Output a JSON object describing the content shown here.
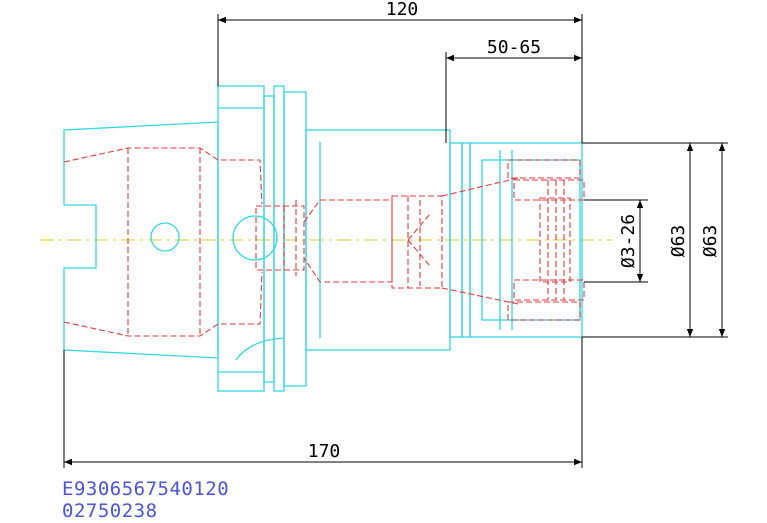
{
  "dimensions": {
    "length_120": "120",
    "length_50_65": "50-65",
    "length_170": "170",
    "dia_3_26": "Ø3-26",
    "dia_63_inner": "Ø63",
    "dia_63_outer": "Ø63"
  },
  "part_codes": {
    "line1": "E9306567540120",
    "line2": "02750238"
  },
  "colors": {
    "outline": "#33d6e6",
    "hidden": "#e23a3a",
    "centerline": "#e0d84a",
    "dimension": "#000000",
    "code_text": "#4a55d6"
  }
}
